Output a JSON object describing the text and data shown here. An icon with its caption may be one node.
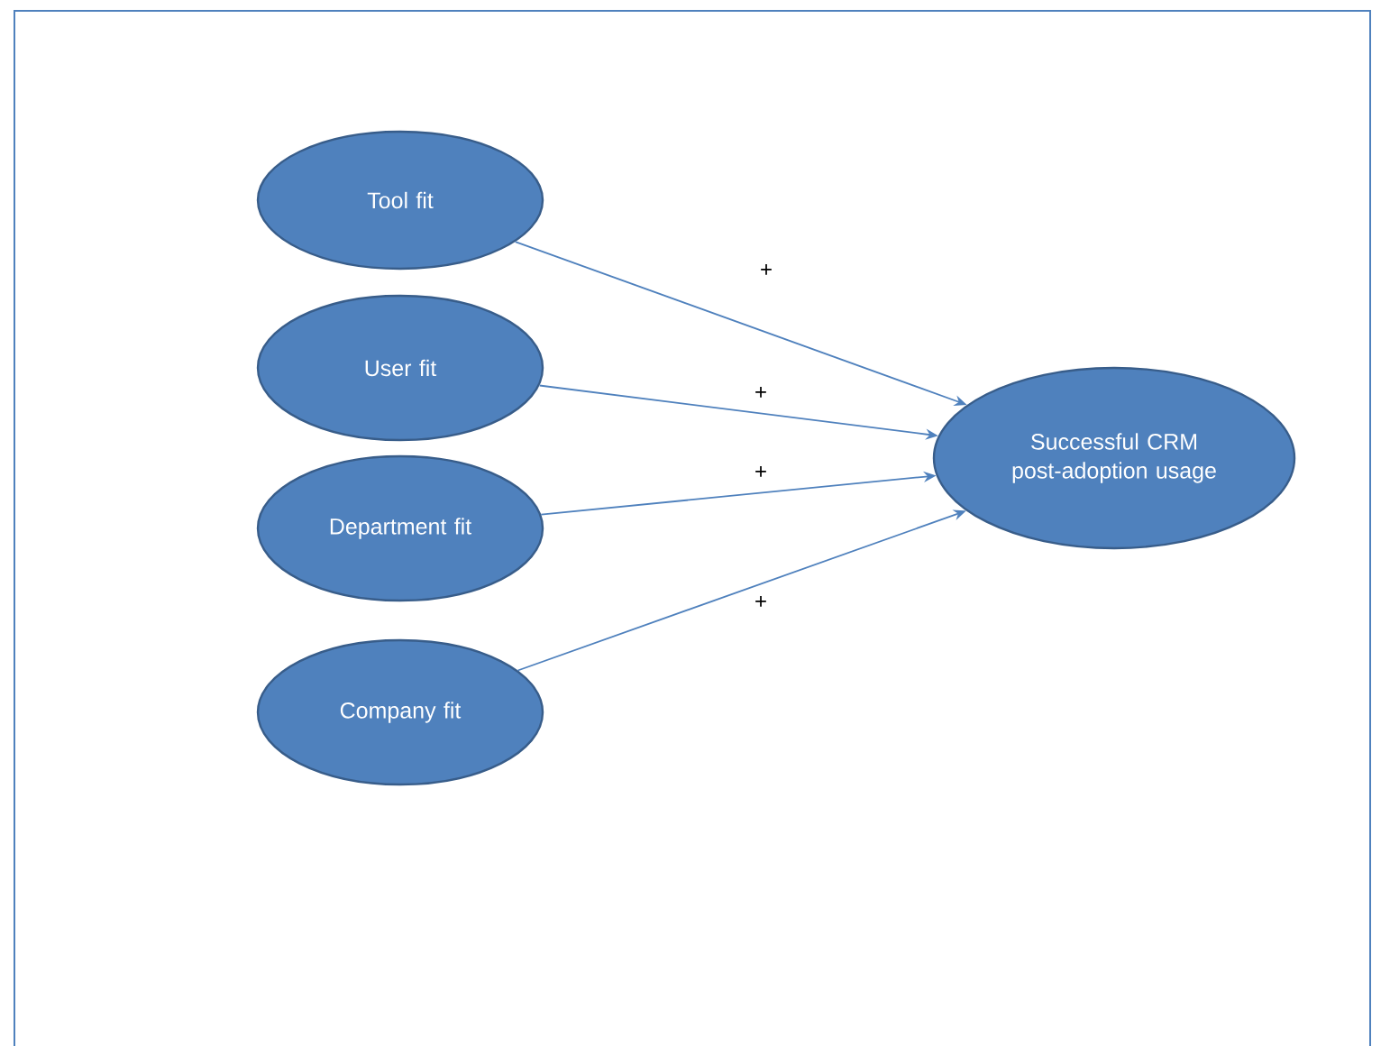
{
  "diagram": {
    "nodes": [
      {
        "text": [
          "Tool fit"
        ]
      },
      {
        "text": [
          "User fit"
        ]
      },
      {
        "text": [
          "Department fit"
        ]
      },
      {
        "text": [
          "Company fit"
        ]
      },
      {
        "text": [
          "Successful CRM post-adoption usage"
        ]
      }
    ],
    "edges": [
      {
        "from": 0,
        "to": 4,
        "arrow": "to",
        "label": "+"
      },
      {
        "from": 1,
        "to": 4,
        "arrow": "to",
        "label": "+"
      },
      {
        "from": 2,
        "to": 4,
        "arrow": "to",
        "label": "+"
      },
      {
        "from": 3,
        "to": 4,
        "arrow": "to",
        "label": "+"
      }
    ]
  }
}
